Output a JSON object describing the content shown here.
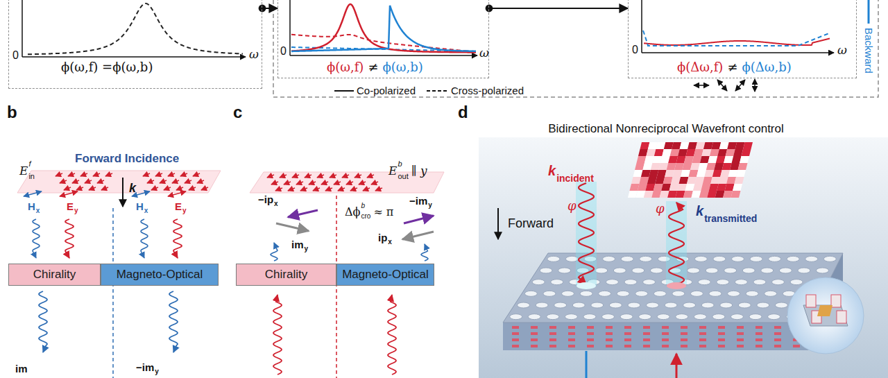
{
  "diagram": {
    "nodes": [
      {
        "text": [
          "ϕ(ω,f) =ϕ(ω,b)"
        ]
      },
      {
        "text": [
          "ϕ(ω,f)",
          "≠",
          "ϕ(ω,b)"
        ]
      },
      {
        "text": [
          "ϕ(Δω,f)",
          "≠",
          "ϕ(Δω,b)"
        ]
      },
      {
        "text": [
          "Chirality"
        ]
      },
      {
        "text": [
          "Magneto-Optical"
        ]
      },
      {
        "text": [
          "Chirality"
        ]
      },
      {
        "text": [
          "Magneto-Optical"
        ]
      }
    ],
    "edges": [
      {
        "from": 0,
        "to": 1,
        "arrow": "to"
      },
      {
        "from": 1,
        "to": 2,
        "arrow": "to"
      }
    ],
    "labels": [
      "0",
      "ω",
      "0",
      "ω",
      "0",
      "ω",
      "b",
      "Forward Incidence",
      "E",
      "f",
      "in",
      "k",
      "H",
      "x",
      "E",
      "y",
      "H",
      "x",
      "E",
      "y",
      "im",
      "−im",
      "y",
      "c",
      "E",
      "b",
      "out",
      "∥ y",
      "−ip",
      "x",
      "im",
      "y",
      "Δϕ",
      "b",
      "cro",
      "≈ π",
      "−im",
      "y",
      "ip",
      "x",
      "d",
      "Bidirectional Nonreciprocal Wavefront control",
      "k",
      "incident",
      "φ",
      "Forward",
      "φ",
      "k",
      "transmitted"
    ],
    "legend": [
      {
        "text": "Co-polarized"
      },
      {
        "text": "Cross-polarized"
      },
      {
        "text": "Backward"
      }
    ]
  }
}
